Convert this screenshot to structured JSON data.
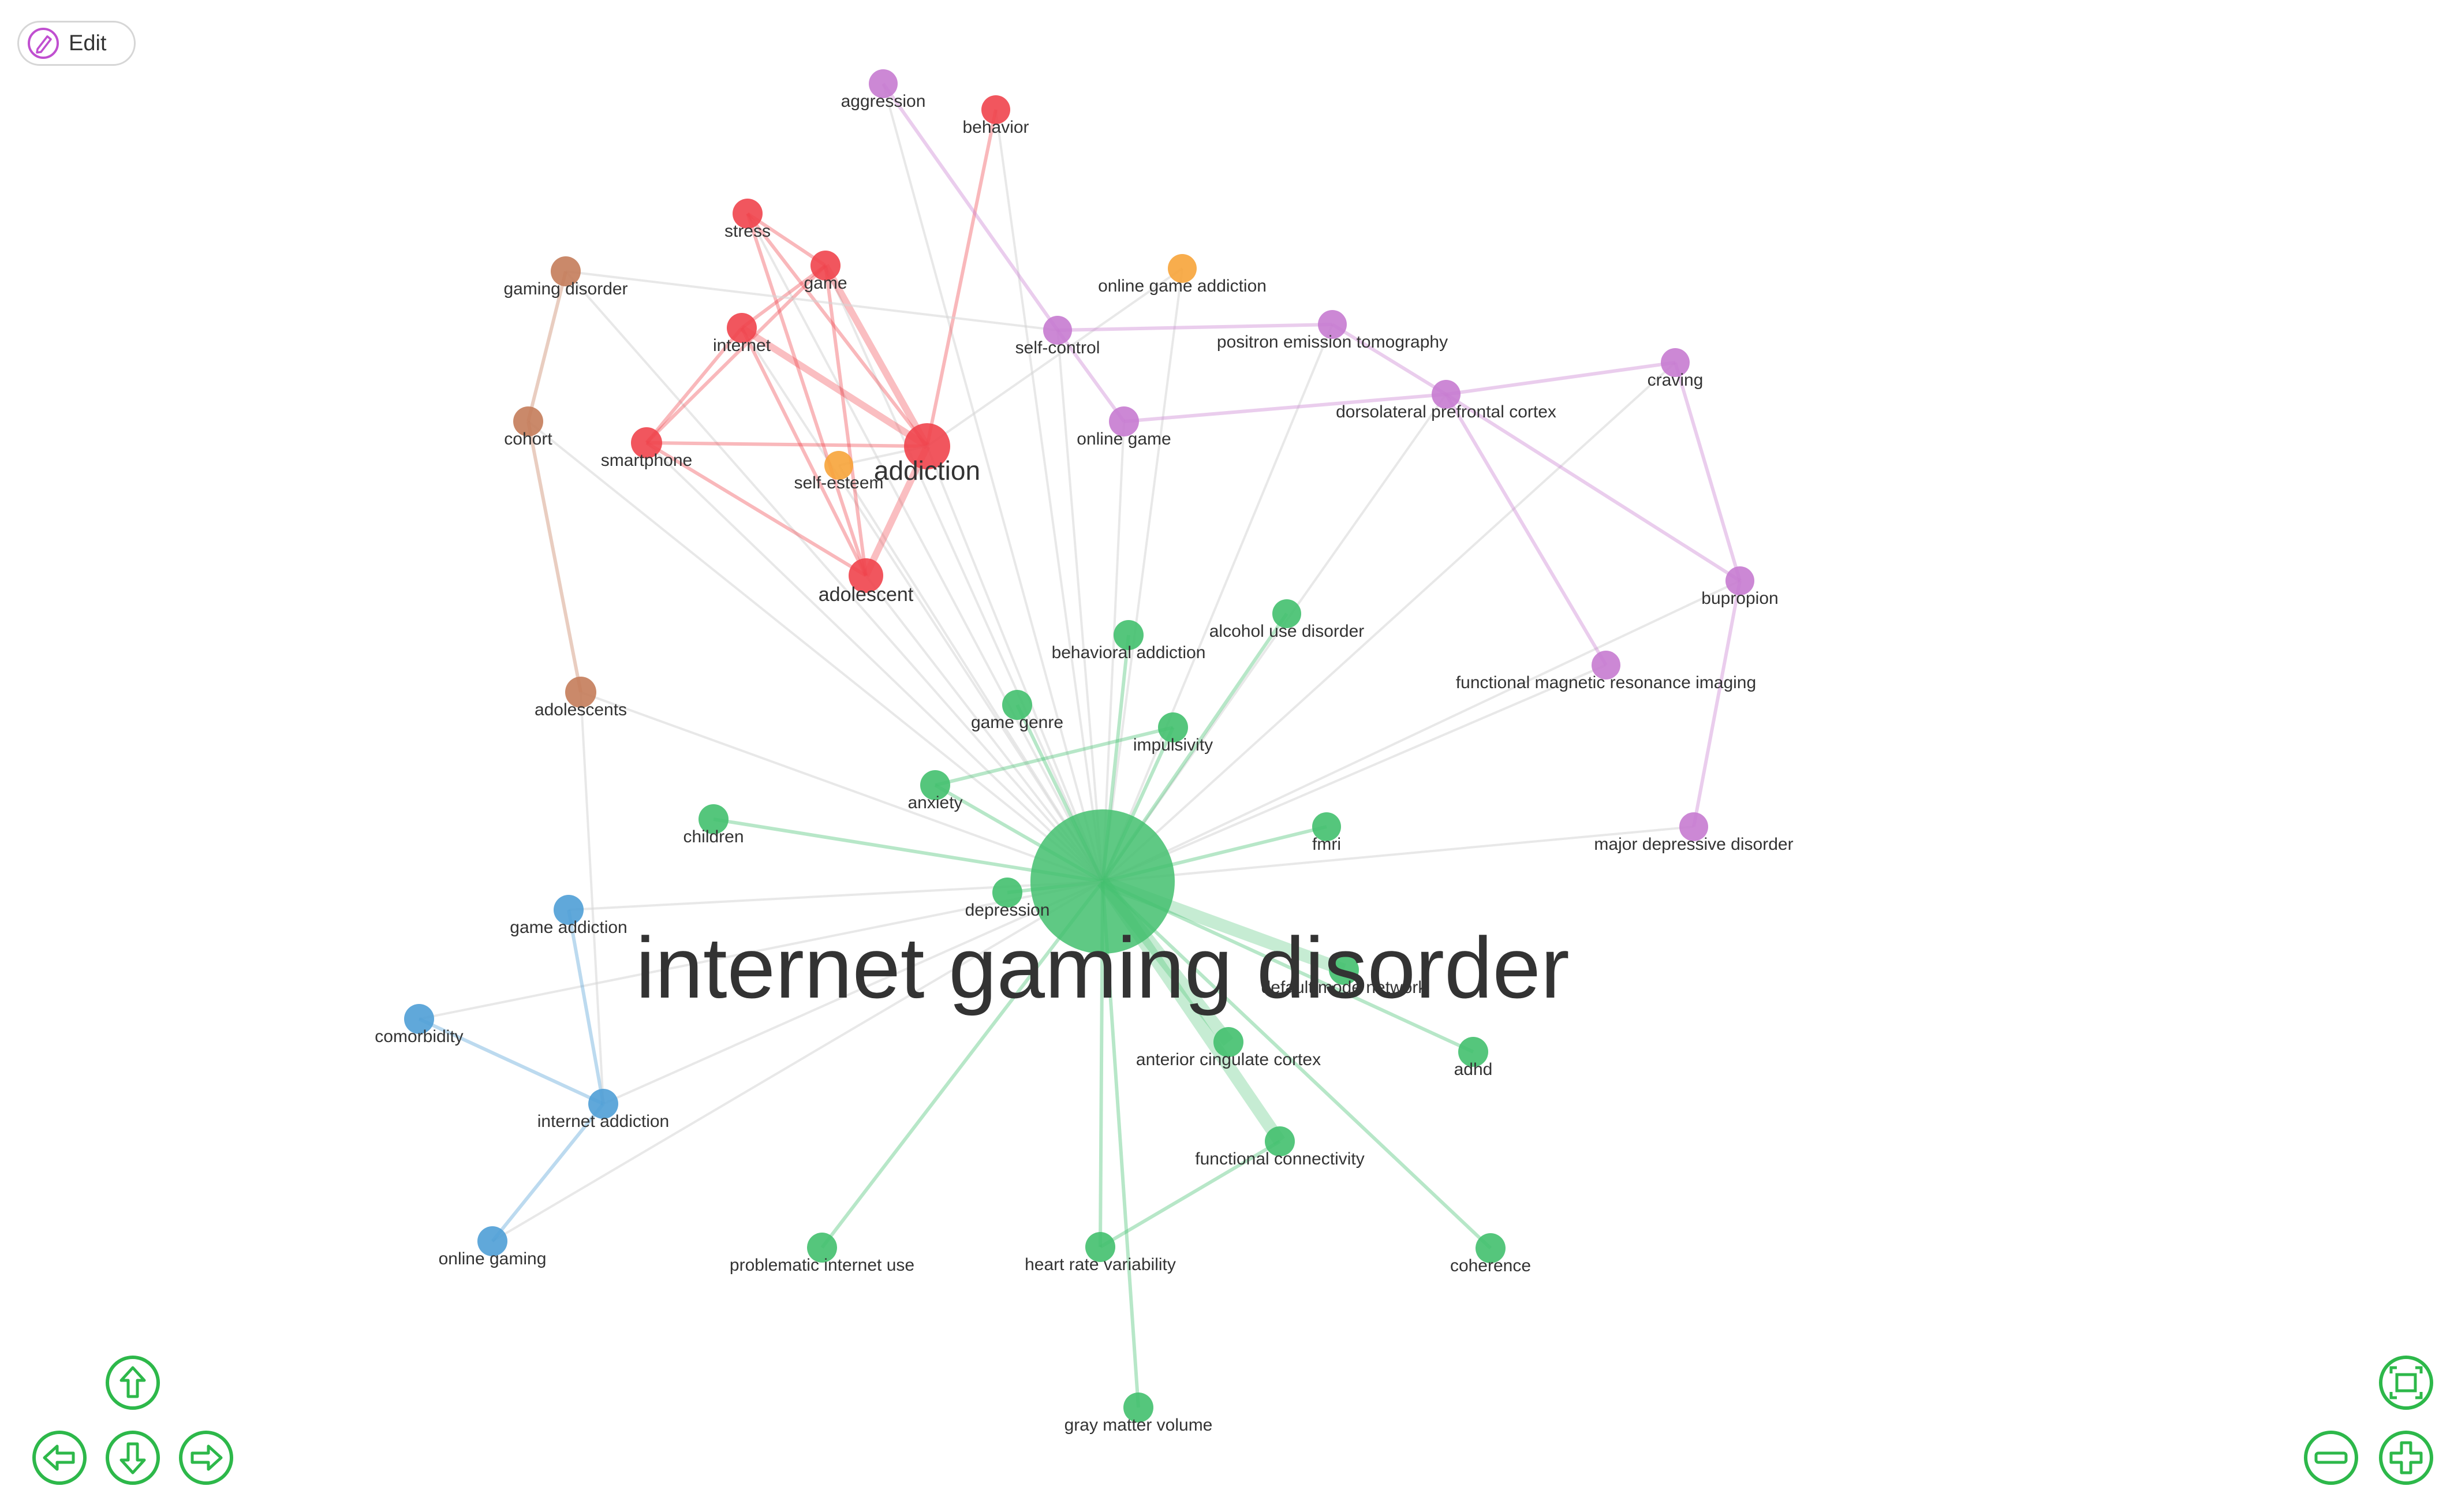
{
  "toolbar": {
    "edit_label": "Edit"
  },
  "colors": {
    "red": "#f0444c",
    "purple": "#c77bd0",
    "green": "#43c06e",
    "blue": "#4f9fd6",
    "brown": "#c47c5a",
    "orange": "#f7a43a",
    "edge_gray": "#d5d5d5",
    "nav_green": "#2db84a"
  },
  "nodes": [
    {
      "id": "aggression",
      "label": "aggression",
      "group": "purple"
    },
    {
      "id": "behavior",
      "label": "behavior",
      "group": "red"
    },
    {
      "id": "stress",
      "label": "stress",
      "group": "red"
    },
    {
      "id": "game",
      "label": "game",
      "group": "red"
    },
    {
      "id": "gaming_disorder",
      "label": "gaming disorder",
      "group": "brown"
    },
    {
      "id": "online_game_addiction",
      "label": "online game addiction",
      "group": "orange"
    },
    {
      "id": "internet",
      "label": "internet",
      "group": "red"
    },
    {
      "id": "self_control",
      "label": "self-control",
      "group": "purple"
    },
    {
      "id": "positron",
      "label": "positron emission tomography",
      "group": "purple"
    },
    {
      "id": "craving",
      "label": "craving",
      "group": "purple"
    },
    {
      "id": "cohort",
      "label": "cohort",
      "group": "brown"
    },
    {
      "id": "smartphone",
      "label": "smartphone",
      "group": "red"
    },
    {
      "id": "addiction",
      "label": "addiction",
      "group": "red"
    },
    {
      "id": "self_esteem",
      "label": "self-esteem",
      "group": "orange"
    },
    {
      "id": "online_game",
      "label": "online game",
      "group": "purple"
    },
    {
      "id": "dlpfc",
      "label": "dorsolateral prefrontal cortex",
      "group": "purple"
    },
    {
      "id": "adolescent",
      "label": "adolescent",
      "group": "red"
    },
    {
      "id": "bupropion",
      "label": "bupropion",
      "group": "purple"
    },
    {
      "id": "alcohol",
      "label": "alcohol use disorder",
      "group": "green"
    },
    {
      "id": "behavioral_addiction",
      "label": "behavioral addiction",
      "group": "green"
    },
    {
      "id": "fmri_long",
      "label": "functional magnetic resonance imaging",
      "group": "purple"
    },
    {
      "id": "adolescents",
      "label": "adolescents",
      "group": "brown"
    },
    {
      "id": "game_genre",
      "label": "game genre",
      "group": "green"
    },
    {
      "id": "impulsivity",
      "label": "impulsivity",
      "group": "green"
    },
    {
      "id": "anxiety",
      "label": "anxiety",
      "group": "green"
    },
    {
      "id": "children",
      "label": "children",
      "group": "green"
    },
    {
      "id": "fmri",
      "label": "fmri",
      "group": "green"
    },
    {
      "id": "mdd",
      "label": "major depressive disorder",
      "group": "purple"
    },
    {
      "id": "igd",
      "label": "internet gaming disorder",
      "group": "green"
    },
    {
      "id": "depression",
      "label": "depression",
      "group": "green"
    },
    {
      "id": "game_addiction",
      "label": "game addiction",
      "group": "blue"
    },
    {
      "id": "default_mode",
      "label": "default mode network",
      "group": "green"
    },
    {
      "id": "comorbidity",
      "label": "comorbidity",
      "group": "blue"
    },
    {
      "id": "acc",
      "label": "anterior cingulate cortex",
      "group": "green"
    },
    {
      "id": "adhd",
      "label": "adhd",
      "group": "green"
    },
    {
      "id": "internet_addiction",
      "label": "internet addiction",
      "group": "blue"
    },
    {
      "id": "functional_connectivity",
      "label": "functional connectivity",
      "group": "green"
    },
    {
      "id": "online_gaming",
      "label": "online gaming",
      "group": "blue"
    },
    {
      "id": "piu",
      "label": "problematic internet use",
      "group": "green"
    },
    {
      "id": "hrv",
      "label": "heart rate variability",
      "group": "green"
    },
    {
      "id": "coherence",
      "label": "coherence",
      "group": "green"
    },
    {
      "id": "gray_matter",
      "label": "gray matter volume",
      "group": "green"
    }
  ],
  "edges": [
    [
      "igd",
      "aggression"
    ],
    [
      "igd",
      "behavior"
    ],
    [
      "igd",
      "stress"
    ],
    [
      "igd",
      "game"
    ],
    [
      "igd",
      "gaming_disorder"
    ],
    [
      "igd",
      "online_game_addiction"
    ],
    [
      "igd",
      "internet"
    ],
    [
      "igd",
      "self_control"
    ],
    [
      "igd",
      "positron"
    ],
    [
      "igd",
      "craving"
    ],
    [
      "igd",
      "cohort"
    ],
    [
      "igd",
      "smartphone"
    ],
    [
      "igd",
      "addiction"
    ],
    [
      "igd",
      "self_esteem"
    ],
    [
      "igd",
      "online_game"
    ],
    [
      "igd",
      "dlpfc"
    ],
    [
      "igd",
      "adolescent"
    ],
    [
      "igd",
      "bupropion"
    ],
    [
      "igd",
      "alcohol"
    ],
    [
      "igd",
      "behavioral_addiction"
    ],
    [
      "igd",
      "fmri_long"
    ],
    [
      "igd",
      "adolescents"
    ],
    [
      "igd",
      "game_genre"
    ],
    [
      "igd",
      "impulsivity"
    ],
    [
      "igd",
      "anxiety"
    ],
    [
      "igd",
      "children"
    ],
    [
      "igd",
      "fmri"
    ],
    [
      "igd",
      "mdd"
    ],
    [
      "igd",
      "depression"
    ],
    [
      "igd",
      "game_addiction"
    ],
    [
      "igd",
      "default_mode"
    ],
    [
      "igd",
      "comorbidity"
    ],
    [
      "igd",
      "acc"
    ],
    [
      "igd",
      "adhd"
    ],
    [
      "igd",
      "internet_addiction"
    ],
    [
      "igd",
      "functional_connectivity"
    ],
    [
      "igd",
      "online_gaming"
    ],
    [
      "igd",
      "piu"
    ],
    [
      "igd",
      "hrv"
    ],
    [
      "igd",
      "coherence"
    ],
    [
      "igd",
      "gray_matter"
    ],
    [
      "addiction",
      "game"
    ],
    [
      "addiction",
      "internet"
    ],
    [
      "addiction",
      "stress"
    ],
    [
      "addiction",
      "smartphone"
    ],
    [
      "addiction",
      "adolescent"
    ],
    [
      "addiction",
      "behavior"
    ],
    [
      "addiction",
      "self_esteem"
    ],
    [
      "addiction",
      "online_game_addiction"
    ],
    [
      "game",
      "internet"
    ],
    [
      "game",
      "smartphone"
    ],
    [
      "game",
      "adolescent"
    ],
    [
      "game",
      "stress"
    ],
    [
      "internet",
      "smartphone"
    ],
    [
      "internet",
      "adolescent"
    ],
    [
      "stress",
      "adolescent"
    ],
    [
      "smartphone",
      "adolescent"
    ],
    [
      "gaming_disorder",
      "cohort"
    ],
    [
      "cohort",
      "adolescents"
    ],
    [
      "gaming_disorder",
      "self_control"
    ],
    [
      "aggression",
      "self_control"
    ],
    [
      "self_control",
      "positron"
    ],
    [
      "self_control",
      "online_game"
    ],
    [
      "online_game",
      "dlpfc"
    ],
    [
      "positron",
      "dlpfc"
    ],
    [
      "dlpfc",
      "craving"
    ],
    [
      "dlpfc",
      "bupropion"
    ],
    [
      "dlpfc",
      "fmri_long"
    ],
    [
      "craving",
      "bupropion"
    ],
    [
      "bupropion",
      "mdd"
    ],
    [
      "game_addiction",
      "internet_addiction"
    ],
    [
      "comorbidity",
      "internet_addiction"
    ],
    [
      "internet_addiction",
      "online_gaming"
    ],
    [
      "adolescents",
      "internet_addiction"
    ],
    [
      "hrv",
      "functional_connectivity"
    ],
    [
      "anxiety",
      "impulsivity"
    ]
  ],
  "nav": {
    "buttons": [
      "up",
      "left",
      "down",
      "right",
      "fit",
      "zoom-out",
      "zoom-in"
    ]
  }
}
